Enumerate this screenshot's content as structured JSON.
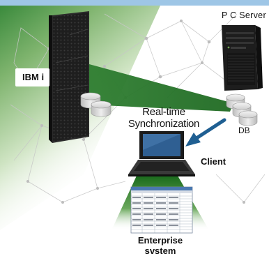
{
  "labels": {
    "ibm_i": "IBM i",
    "pc_server": "P C Server",
    "realtime_line1": "Real-time",
    "realtime_line2": "Synchronization",
    "db": "DB",
    "client": "Client",
    "enterprise_line1": "Enterprise",
    "enterprise_line2": "svstem"
  },
  "colors": {
    "top_bar": "#9ec6e6",
    "green_dark": "#2f7e31",
    "green_light": "#e8f2e2",
    "arrow": "#1f5f92",
    "server_body": "#1d1d1d",
    "disk": "#dedede"
  },
  "icons": {
    "ibm_i_rack": "server-rack-icon",
    "pc_server": "tower-server-icon",
    "database": "database-icon",
    "laptop": "laptop-icon",
    "spreadsheet": "spreadsheet-icon",
    "sync_arrow": "arrow-icon"
  }
}
